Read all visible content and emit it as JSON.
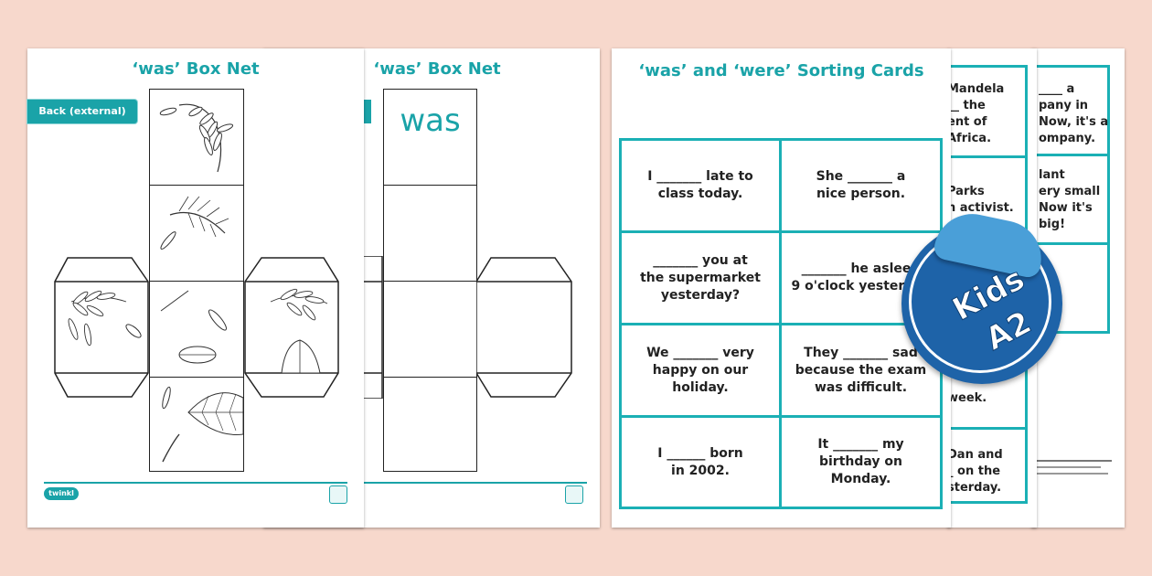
{
  "box_net_back": {
    "title": "‘was’ Box Net",
    "tag": "Back (external)"
  },
  "box_net_front": {
    "title": "‘was’ Box Net",
    "word": "was"
  },
  "brand": {
    "logo_text": "twinkl",
    "accent_color": "#1aa3a8"
  },
  "sorting": {
    "title": "‘was’ and ‘were’ Sorting Cards",
    "cards": [
      "I _______ late to\nclass today.",
      "She _______ a\nnice person.",
      "_______ you at\nthe supermarket\nyesterday?",
      "_______ he asleep\n9 o'clock yesterday",
      "We _______ very\nhappy on our holiday.",
      "They _______ sad\nbecause the exam\nwas difficult.",
      "I ______ born\nin 2002.",
      "It _______ my\nbirthday on Monday."
    ],
    "card_border_color": "#1bb0b5"
  },
  "back_cards_1": {
    "fragments": [
      "Mandela\n__ the\nent of\nAfrica.",
      "Parks\nn activist.",
      "week.",
      "Dan and\n_ on the\nsterday."
    ]
  },
  "back_cards_2": {
    "fragments": [
      "____ a\npany in\nNow, it's a\nompany.",
      "lant\nery small\nNow it's\nbig!"
    ]
  },
  "badge": {
    "line1": "Kids",
    "line2": "A2",
    "color": "#1e63a8"
  }
}
